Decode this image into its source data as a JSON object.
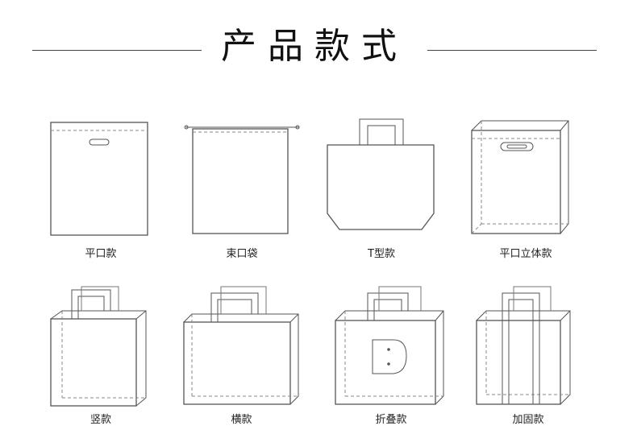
{
  "header": {
    "title": "产品款式"
  },
  "items": [
    {
      "label": "平口款",
      "icon": "flat-bag-icon"
    },
    {
      "label": "束口袋",
      "icon": "drawstring-bag-icon"
    },
    {
      "label": "T型款",
      "icon": "t-handle-bag-icon"
    },
    {
      "label": "平口立体款",
      "icon": "flat-3d-bag-icon"
    },
    {
      "label": "竖款",
      "icon": "vertical-bag-icon"
    },
    {
      "label": "横款",
      "icon": "horizontal-bag-icon"
    },
    {
      "label": "折叠款",
      "icon": "folding-bag-icon"
    },
    {
      "label": "加固款",
      "icon": "reinforced-bag-icon"
    }
  ],
  "colors": {
    "stroke": "#555555",
    "dashed": "#888888"
  }
}
